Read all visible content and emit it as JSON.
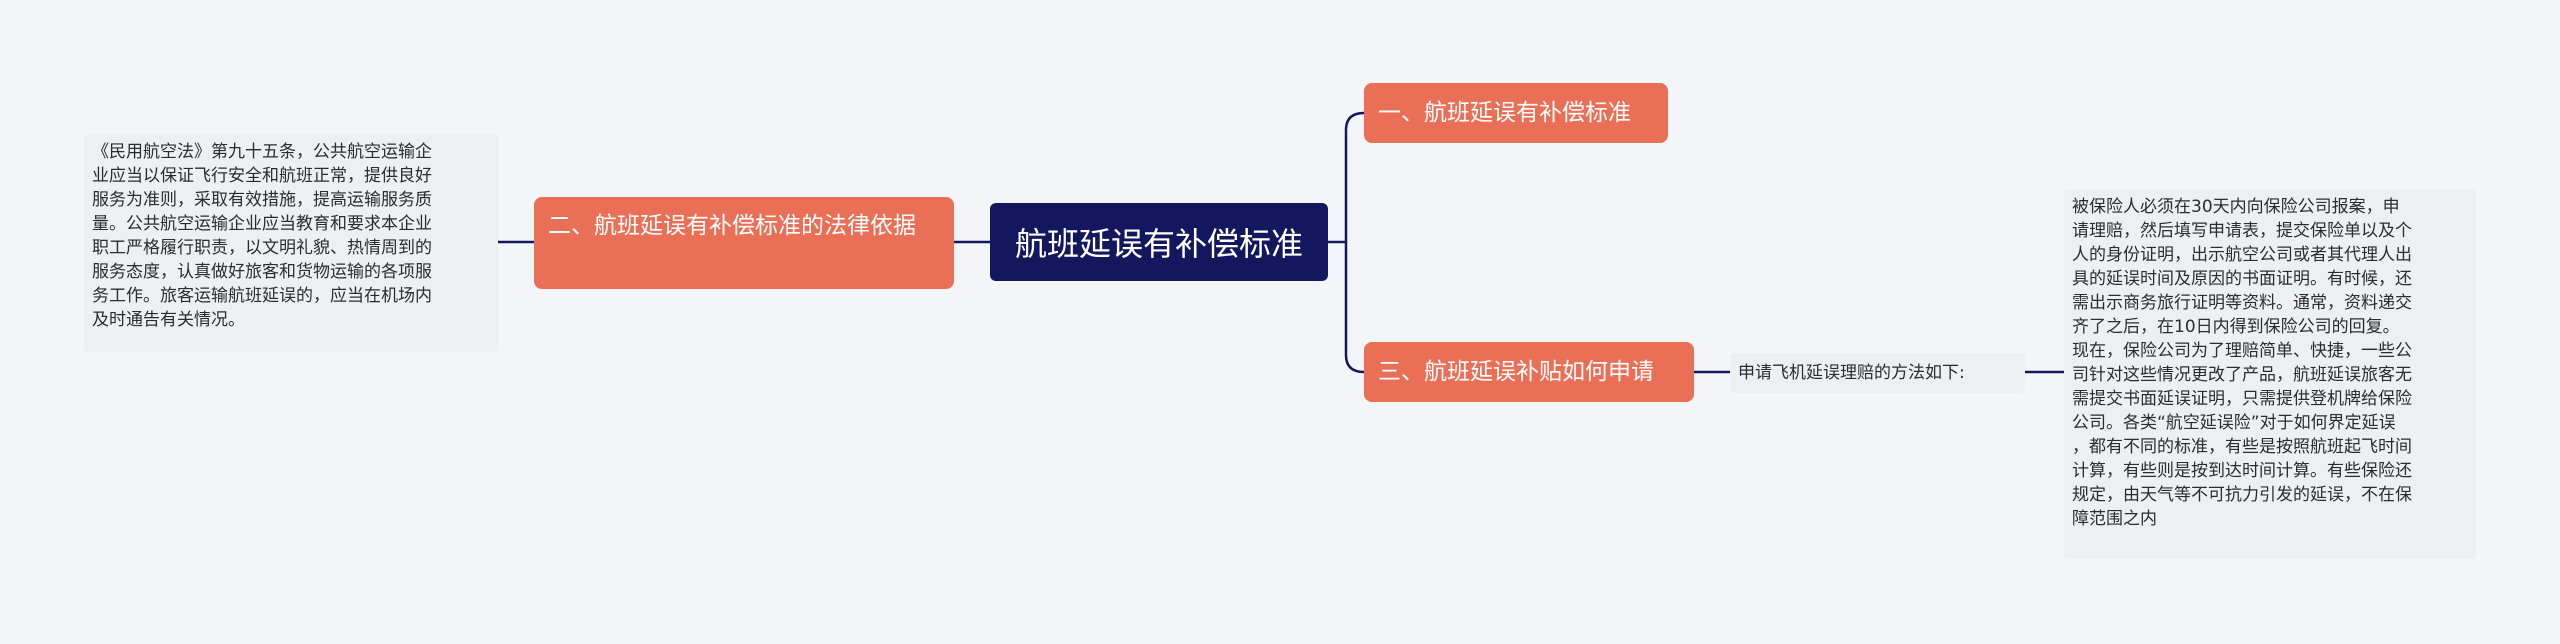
{
  "mindmap": {
    "root": {
      "label": "航班延误有补偿标准"
    },
    "branch1": {
      "label": "一、航班延误有补偿标准"
    },
    "branch2": {
      "label": "二、航班延误有补偿标准的法律依据"
    },
    "branch3": {
      "label": "三、航班延误补贴如何申请"
    },
    "branch2_note": {
      "text": "《民用航空法》第九十五条，公共航空运输企\n业应当以保证飞行安全和航班正常，提供良好\n服务为准则，采取有效措施，提高运输服务质\n量。公共航空运输企业应当教育和要求本企业\n职工严格履行职责，以文明礼貌、热情周到的\n服务态度，认真做好旅客和货物运输的各项服\n务工作。旅客运输航班延误的，应当在机场内\n及时通告有关情况。"
    },
    "branch3_sub": {
      "label": "申请飞机延误理赔的方法如下:"
    },
    "branch3_note": {
      "text": "被保险人必须在30天内向保险公司报案，申\n请理赔，然后填写申请表，提交保险单以及个\n人的身份证明，出示航空公司或者其代理人出\n具的延误时间及原因的书面证明。有时候，还\n需出示商务旅行证明等资料。通常，资料递交\n齐了之后，在10日内得到保险公司的回复。\n现在，保险公司为了理赔简单、快捷，一些公\n司针对这些情况更改了产品，航班延误旅客无\n需提交书面延误证明，只需提供登机牌给保险\n公司。各类“航空延误险”对于如何界定延误\n，都有不同的标准，有些是按照航班起飞时间\n计算，有些则是按到达时间计算。有些保险还\n规定，由天气等不可抗力引发的延误，不在保\n障范围之内"
    },
    "colors": {
      "root": "#13175e",
      "branch": "#e96f57",
      "leaf": "#eeeff3",
      "connector": "#13175e",
      "background": "#f4f5f9"
    }
  }
}
